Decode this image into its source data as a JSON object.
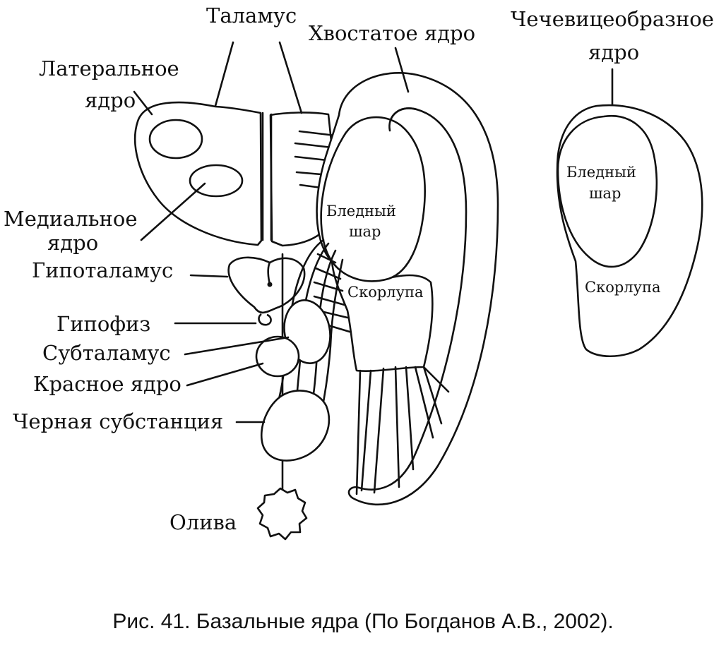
{
  "labels": {
    "thalamus": "Таламус",
    "caudate": "Хвостатое ядро",
    "lentiform_1": "Чечевицеобразное",
    "lentiform_2": "ядро",
    "lateral_1": "Латеральное",
    "lateral_2": "ядро",
    "medial_1": "Медиальное",
    "medial_2": "ядро",
    "hypothalamus": "Гипоталамус",
    "hypophysis": "Гипофиз",
    "subthalamus": "Субталамус",
    "red_nucleus": "Красное ядро",
    "substantia_nigra": "Черная субстанция",
    "olive": "Олива",
    "globus_1": "Бледный",
    "globus_2": "шар",
    "putamen": "Скорлупа",
    "globus_r1": "Бледный",
    "globus_r2": "шар",
    "putamen_r": "Скорлупа"
  },
  "caption": "Рис. 41. Базальные ядра (По Богданов А.В., 2002)."
}
